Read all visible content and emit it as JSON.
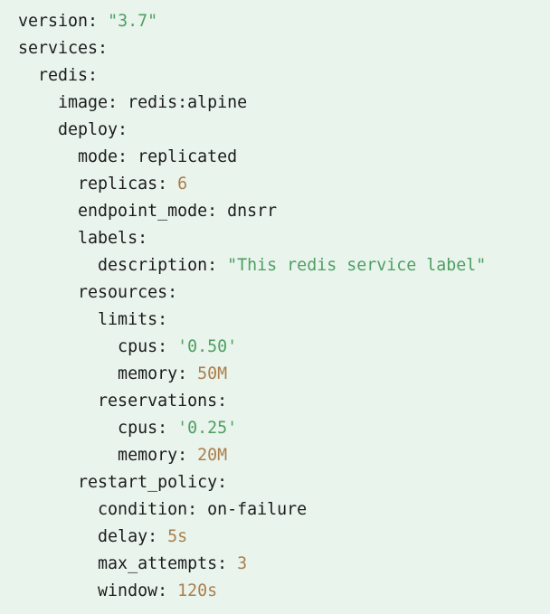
{
  "code_block": {
    "language": "yaml",
    "background_color": "#e9f4ec",
    "token_colors": {
      "plain": "#1c1c1c",
      "string": "#4f9e63",
      "number": "#ab7e4b"
    },
    "lines": [
      {
        "tokens": [
          {
            "type": "plain",
            "text": "version: "
          },
          {
            "type": "string",
            "text": "\"3.7\""
          }
        ]
      },
      {
        "tokens": [
          {
            "type": "plain",
            "text": "services:"
          }
        ]
      },
      {
        "tokens": [
          {
            "type": "plain",
            "text": "  redis:"
          }
        ]
      },
      {
        "tokens": [
          {
            "type": "plain",
            "text": "    image: redis:alpine"
          }
        ]
      },
      {
        "tokens": [
          {
            "type": "plain",
            "text": "    deploy:"
          }
        ]
      },
      {
        "tokens": [
          {
            "type": "plain",
            "text": "      mode: replicated"
          }
        ]
      },
      {
        "tokens": [
          {
            "type": "plain",
            "text": "      replicas: "
          },
          {
            "type": "number",
            "text": "6"
          }
        ]
      },
      {
        "tokens": [
          {
            "type": "plain",
            "text": "      endpoint_mode: dnsrr"
          }
        ]
      },
      {
        "tokens": [
          {
            "type": "plain",
            "text": "      labels:"
          }
        ]
      },
      {
        "tokens": [
          {
            "type": "plain",
            "text": "        description: "
          },
          {
            "type": "string",
            "text": "\"This redis service label\""
          }
        ]
      },
      {
        "tokens": [
          {
            "type": "plain",
            "text": "      resources:"
          }
        ]
      },
      {
        "tokens": [
          {
            "type": "plain",
            "text": "        limits:"
          }
        ]
      },
      {
        "tokens": [
          {
            "type": "plain",
            "text": "          cpus: "
          },
          {
            "type": "string",
            "text": "'0.50'"
          }
        ]
      },
      {
        "tokens": [
          {
            "type": "plain",
            "text": "          memory: "
          },
          {
            "type": "number",
            "text": "50M"
          }
        ]
      },
      {
        "tokens": [
          {
            "type": "plain",
            "text": "        reservations:"
          }
        ]
      },
      {
        "tokens": [
          {
            "type": "plain",
            "text": "          cpus: "
          },
          {
            "type": "string",
            "text": "'0.25'"
          }
        ]
      },
      {
        "tokens": [
          {
            "type": "plain",
            "text": "          memory: "
          },
          {
            "type": "number",
            "text": "20M"
          }
        ]
      },
      {
        "tokens": [
          {
            "type": "plain",
            "text": "      restart_policy:"
          }
        ]
      },
      {
        "tokens": [
          {
            "type": "plain",
            "text": "        condition: on-failure"
          }
        ]
      },
      {
        "tokens": [
          {
            "type": "plain",
            "text": "        delay: "
          },
          {
            "type": "number",
            "text": "5s"
          }
        ]
      },
      {
        "tokens": [
          {
            "type": "plain",
            "text": "        max_attempts: "
          },
          {
            "type": "number",
            "text": "3"
          }
        ]
      },
      {
        "tokens": [
          {
            "type": "plain",
            "text": "        window: "
          },
          {
            "type": "number",
            "text": "120s"
          }
        ]
      }
    ]
  }
}
